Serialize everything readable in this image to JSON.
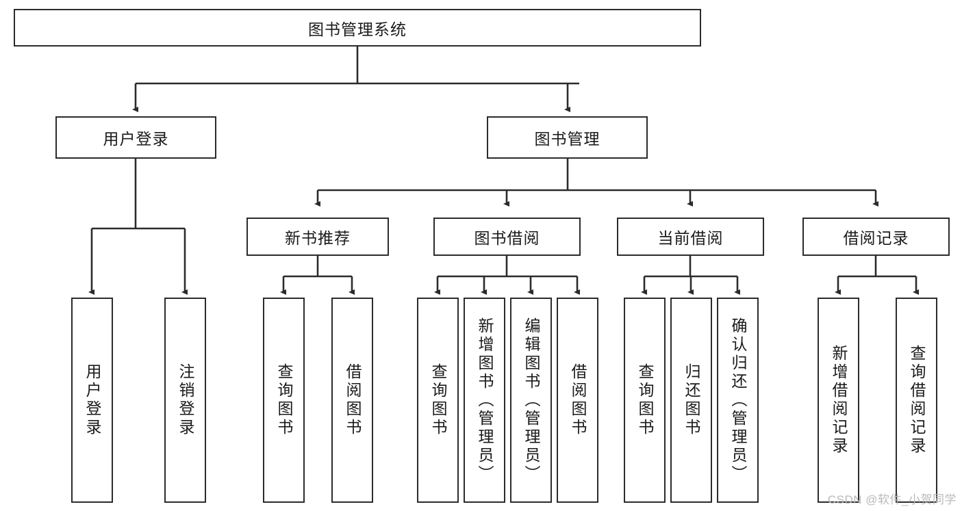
{
  "diagram": {
    "type": "tree",
    "title": "图书管理系统",
    "orientation": "top-down",
    "colors": {
      "box_border": "#2b2b2b",
      "box_fill": "#ffffff",
      "edge": "#2b2b2b",
      "text": "#1a1a1a",
      "watermark": "#b9b9b9"
    },
    "root": {
      "id": "root",
      "label": "图书管理系统"
    },
    "level2": [
      {
        "id": "user-login",
        "label": "用户登录"
      },
      {
        "id": "book-manage",
        "label": "图书管理"
      }
    ],
    "level3": [
      {
        "id": "new-book-recommend",
        "label": "新书推荐",
        "parent": "book-manage"
      },
      {
        "id": "book-borrow",
        "label": "图书借阅",
        "parent": "book-manage"
      },
      {
        "id": "current-borrow",
        "label": "当前借阅",
        "parent": "book-manage"
      },
      {
        "id": "borrow-record",
        "label": "借阅记录",
        "parent": "book-manage"
      }
    ],
    "leaves": {
      "user-login": [
        {
          "id": "leaf-user-login",
          "label": "用户登录"
        },
        {
          "id": "leaf-user-logout",
          "label": "注销登录"
        }
      ],
      "new-book-recommend": [
        {
          "id": "leaf-query-book-1",
          "label": "查询图书"
        },
        {
          "id": "leaf-borrow-book-1",
          "label": "借阅图书"
        }
      ],
      "book-borrow": [
        {
          "id": "leaf-query-book-2",
          "label": "查询图书"
        },
        {
          "id": "leaf-add-book",
          "label": "新增图书（管理员）"
        },
        {
          "id": "leaf-edit-book",
          "label": "编辑图书（管理员）"
        },
        {
          "id": "leaf-borrow-book-2",
          "label": "借阅图书"
        }
      ],
      "current-borrow": [
        {
          "id": "leaf-query-book-3",
          "label": "查询图书"
        },
        {
          "id": "leaf-return-book",
          "label": "归还图书"
        },
        {
          "id": "leaf-confirm-return",
          "label": "确认归还（管理员）"
        }
      ],
      "borrow-record": [
        {
          "id": "leaf-add-record",
          "label": "新增借阅记录"
        },
        {
          "id": "leaf-query-record",
          "label": "查询借阅记录"
        }
      ]
    }
  },
  "watermark": {
    "text": "CSDN @软件_小贺同学"
  }
}
